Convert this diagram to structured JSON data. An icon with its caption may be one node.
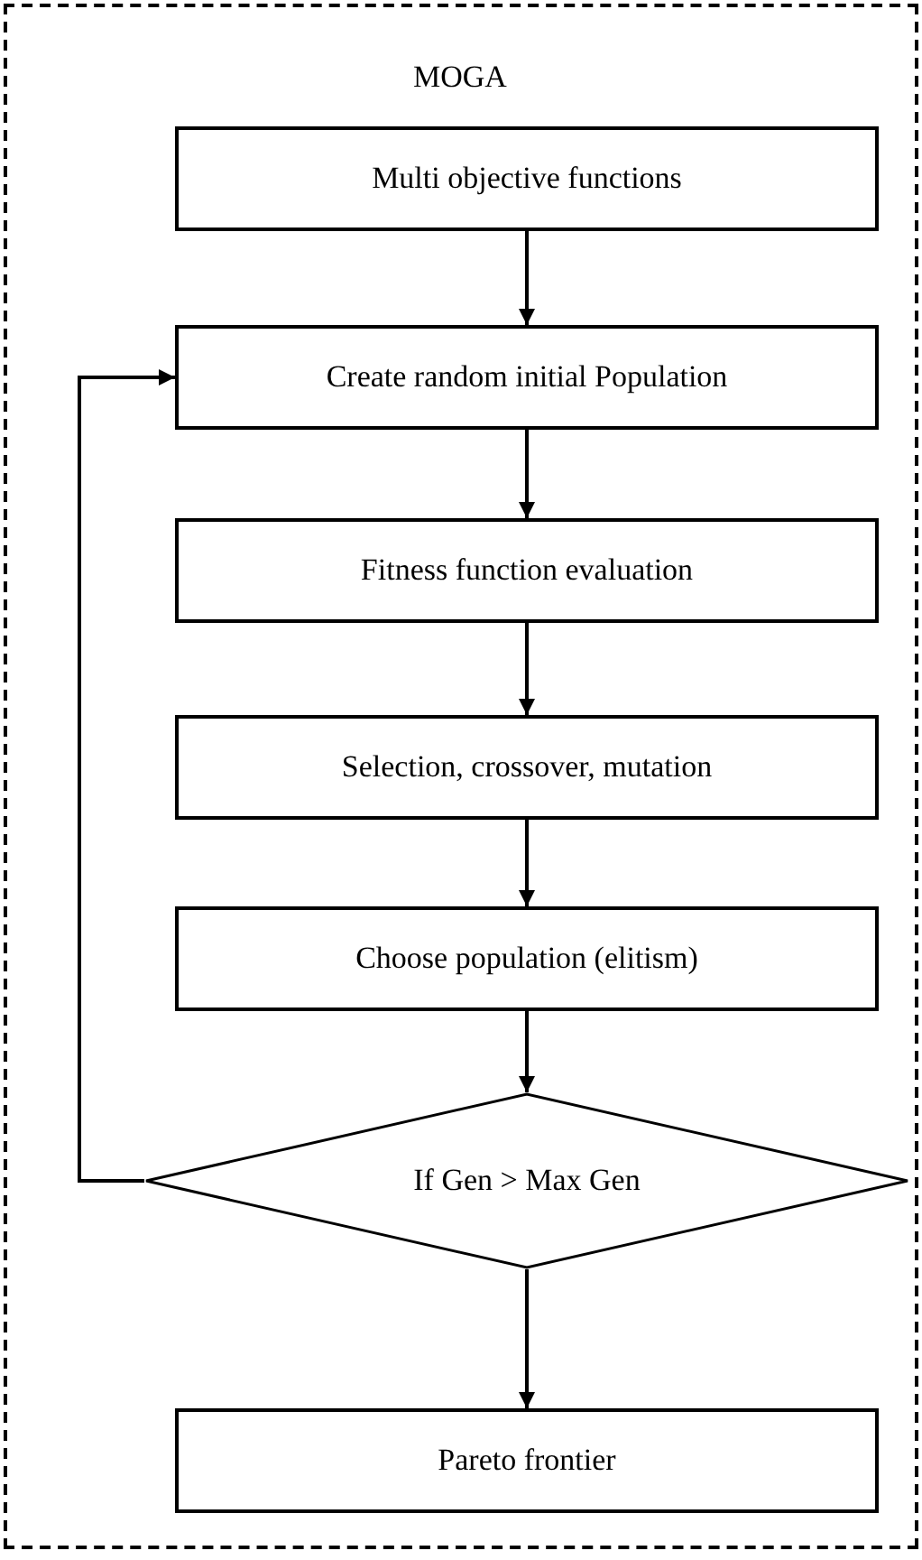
{
  "diagram": {
    "nodes": [
      {
        "text": [
          "MOGA"
        ]
      },
      {
        "text": [
          "Multi objective functions"
        ],
        "in": 0
      },
      {
        "text": [
          "Create random initial Population"
        ],
        "in": 0
      },
      {
        "text": [
          "Fitness function evaluation"
        ],
        "in": 0
      },
      {
        "text": [
          "Selection, crossover, mutation"
        ],
        "in": 0
      },
      {
        "text": [
          "Choose population (elitism)"
        ],
        "in": 0
      },
      {
        "text": [
          "If Gen > Max Gen"
        ],
        "in": 0
      },
      {
        "text": [
          "Pareto frontier"
        ],
        "in": 0
      }
    ],
    "edges": [
      {
        "from": 1,
        "to": 2,
        "arrow": "to"
      },
      {
        "from": 2,
        "to": 3,
        "arrow": "to"
      },
      {
        "from": 3,
        "to": 4,
        "arrow": "to"
      },
      {
        "from": 4,
        "to": 5,
        "arrow": "to"
      },
      {
        "from": 5,
        "to": 6,
        "arrow": "to"
      },
      {
        "from": 6,
        "to": 2,
        "arrow": "to"
      },
      {
        "from": 6,
        "to": 7,
        "arrow": "to"
      }
    ]
  }
}
